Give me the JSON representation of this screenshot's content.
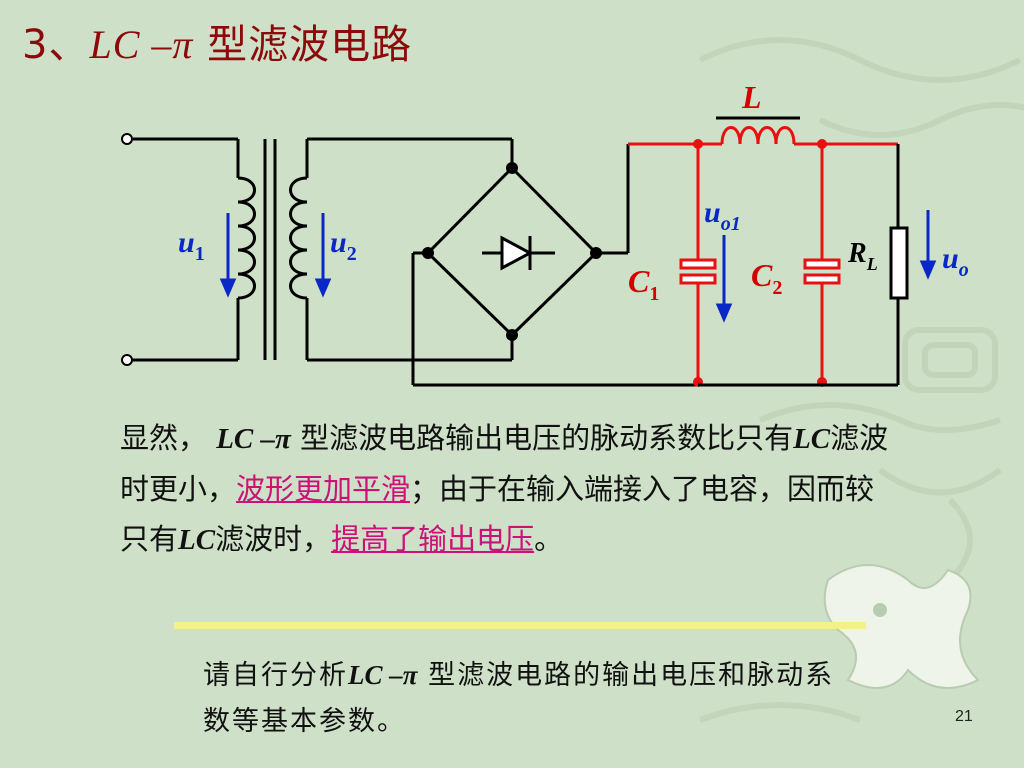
{
  "title": {
    "num": "3、",
    "lc": "LC –π",
    "rest": " 型滤波电路"
  },
  "circuit": {
    "labels": {
      "L": "L",
      "u1": "u",
      "u1_sub": "1",
      "u2": "u",
      "u2_sub": "2",
      "uo1": "u",
      "uo1_sub": "o1",
      "C1": "C",
      "C1_sub": "1",
      "C2": "C",
      "C2_sub": "2",
      "RL": "R",
      "RL_sub": "L",
      "uo": "u",
      "uo_sub": "o"
    },
    "colors": {
      "wire": "#000000",
      "filter": "#e81010",
      "arrow": "#0a28c8",
      "label_red": "#d40000",
      "label_blue": "#0a28c8"
    }
  },
  "paragraph": {
    "p1": "显然， ",
    "p2": "LC –π",
    "p3": " 型滤波电路输出电压的脉动系数比只有",
    "p4": "LC",
    "p5": "滤波时更小，",
    "p6": "波形更加平滑",
    "p7": "；由于在输入端接入了电容，因而较只有",
    "p8": "LC",
    "p9": "滤波时，",
    "p10": "提高了输出电压",
    "p11": "。"
  },
  "question": {
    "q1": "请自行分析",
    "q2": "LC –π",
    "q3": " 型滤波电路的输出电压和脉动系数等基本参数。"
  },
  "page_number": "21"
}
